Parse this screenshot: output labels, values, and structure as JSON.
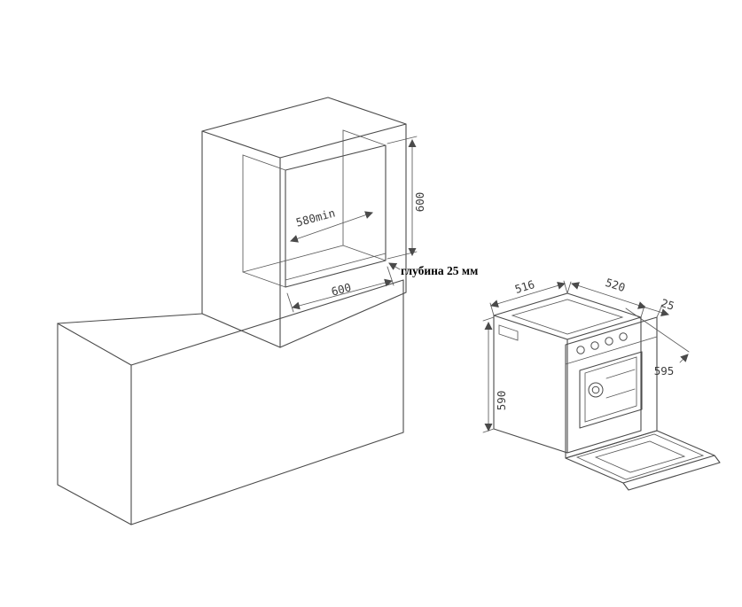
{
  "page": {
    "background": "#ffffff",
    "line_color": "#4a4a4a",
    "text_color": "#3c3c3c"
  },
  "diagram": {
    "cabinet": {
      "niche_height": "600",
      "niche_depth": "580min",
      "niche_width": "600",
      "depth_note": "глубина 25 мм"
    },
    "oven": {
      "top_width": "516",
      "top_depth": "520",
      "frame_offset": "25",
      "front_width": "595",
      "height": "590"
    }
  }
}
